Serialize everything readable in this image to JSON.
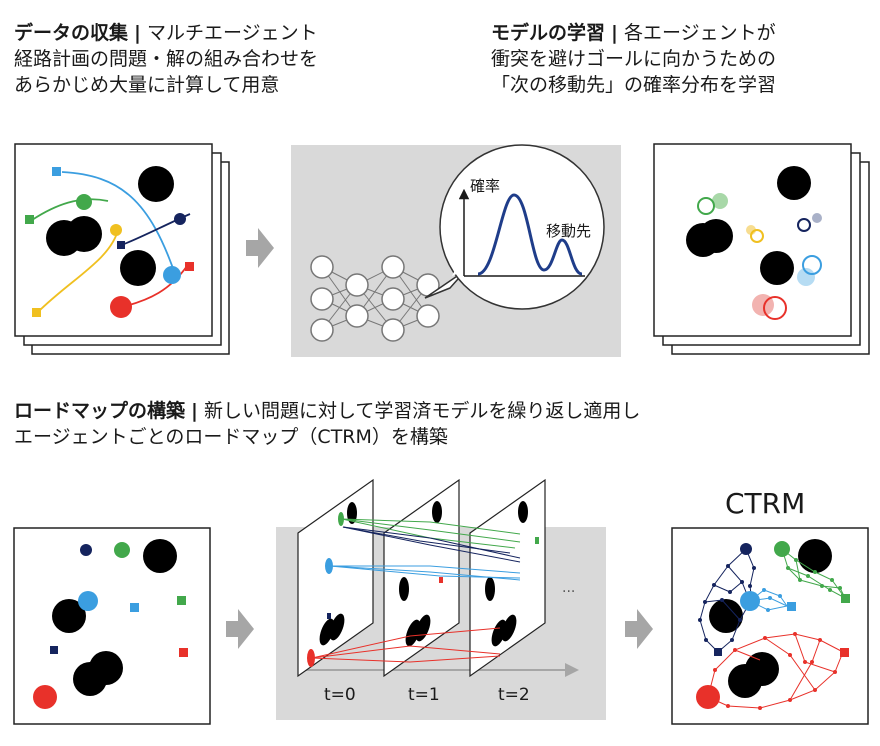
{
  "captions": {
    "collect": {
      "title": "データの収集",
      "separator": "|",
      "lines": [
        "マルチエージェント",
        "経路計画の問題・解の組み合わせを",
        "あらかじめ大量に計算して用意"
      ]
    },
    "learn": {
      "title": "モデルの学習",
      "separator": "|",
      "lines": [
        "各エージェントが",
        "衝突を避けゴールに向かうための",
        "「次の移動先」の確率分布を学習"
      ]
    },
    "build": {
      "title": "ロードマップの構築",
      "separator": "|",
      "lines": [
        "新しい問題に対して学習済モデルを繰り返し適用し",
        "エージェントごとのロードマップ（CTRM）を構築"
      ]
    }
  },
  "bubble": {
    "y_label": "確率",
    "peak_label": "移動先"
  },
  "timesteps": [
    "t=0",
    "t=1",
    "t=2"
  ],
  "ellipsis": "...",
  "result_title": "CTRM",
  "colors": {
    "red": "#e8312a",
    "blue": "#3b9ee0",
    "green": "#42a84b",
    "yellow": "#f0c020",
    "navy": "#15245e",
    "black": "#000000",
    "panel_gray": "#d9d9d9",
    "arrow_gray": "#a6a6a6"
  }
}
